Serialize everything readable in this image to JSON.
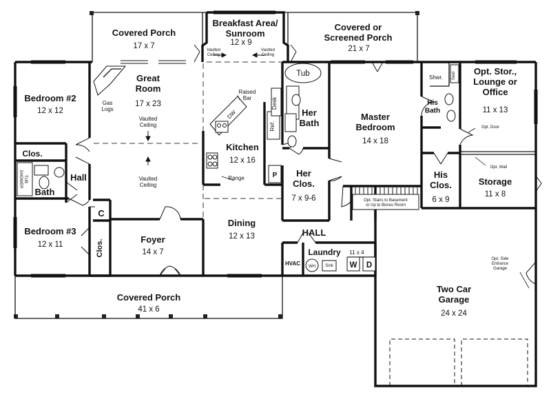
{
  "plan": {
    "rooms": [
      {
        "id": "covered-porch-rear",
        "name": "Covered Porch",
        "dims": "17 x 7"
      },
      {
        "id": "breakfast",
        "name": "Breakfast Area/\nSunroom",
        "dims": "12 x 9"
      },
      {
        "id": "screened-porch",
        "name": "Covered or\nScreened Porch",
        "dims": "21 x 7"
      },
      {
        "id": "bedroom-2",
        "name": "Bedroom #2",
        "dims": "12 x 12"
      },
      {
        "id": "great-room",
        "name": "Great\nRoom",
        "dims": "17 x 23"
      },
      {
        "id": "kitchen",
        "name": "Kitchen",
        "dims": "12 x 16"
      },
      {
        "id": "her-bath",
        "name": "Her\nBath",
        "dims": ""
      },
      {
        "id": "master-bedroom",
        "name": "Master\nBedroom",
        "dims": "14 x 18"
      },
      {
        "id": "his-bath",
        "name": "His\nBath",
        "dims": ""
      },
      {
        "id": "opt-storage",
        "name": "Opt. Stor.,\nLounge or\nOffice",
        "dims": "11 x 13"
      },
      {
        "id": "her-closet",
        "name": "Her\nClos.",
        "dims": "7 x 9-6"
      },
      {
        "id": "his-closet",
        "name": "His\nClos.",
        "dims": "6 x 9"
      },
      {
        "id": "storage",
        "name": "Storage",
        "dims": "11 x 8"
      },
      {
        "id": "bedroom-3",
        "name": "Bedroom #3",
        "dims": "12 x 11"
      },
      {
        "id": "foyer",
        "name": "Foyer",
        "dims": "14 x 7"
      },
      {
        "id": "dining",
        "name": "Dining",
        "dims": "12 x 13"
      },
      {
        "id": "laundry",
        "name": "Laundry",
        "dims": "11 x 4"
      },
      {
        "id": "garage",
        "name": "Two Car\nGarage",
        "dims": "24 x 24"
      },
      {
        "id": "covered-porch-front",
        "name": "Covered Porch",
        "dims": "41 x 6"
      }
    ],
    "labels": {
      "clos_b2": "Clos.",
      "bath": "Bath",
      "hall_left": "Hall",
      "closet_c": "C",
      "clos_b3": "Clos.",
      "hall_center": "HALL",
      "hvac": "HVAC",
      "gas_logs": "Gas\nLogs",
      "vaulted_ceiling_upper": "Vaulted\nCeiling",
      "vaulted_ceiling_lower": "Vaulted\nCeiling",
      "vaulted_bk_left": "Vaulted\nCeiling",
      "vaulted_bk_right": "Vaulted\nCeiling",
      "raised_bar": "Raised\nBar",
      "dw": "DW",
      "range": "Range",
      "pantry": "P",
      "ref": "Ref.",
      "desk": "Desk",
      "tub": "Tub",
      "shower": "Shwr.",
      "seat": "Seat",
      "tub_shower": "TUB\nSHOWER",
      "opt_door": "Opt. Door",
      "opt_wall": "Opt. Wall",
      "opt_stairs": "Opt. Stairs to Basement\nor Up to Bonus Room",
      "water_heater": "WH",
      "sink": "Sink",
      "washer": "W",
      "dryer": "D",
      "opt_side_entrance": "Opt. Side\nEntrance\nGarage"
    }
  }
}
